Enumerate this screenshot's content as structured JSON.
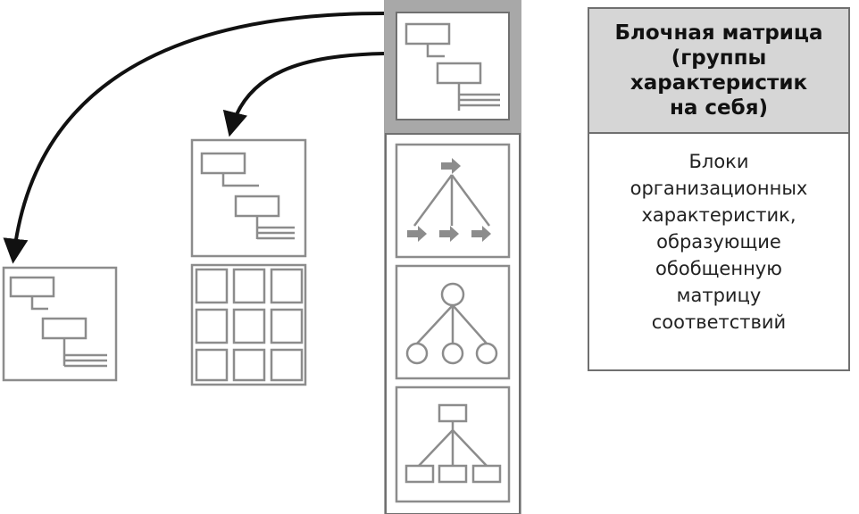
{
  "caption": {
    "title_lines": [
      "Блочная матрица",
      "(группы",
      "характеристик",
      "на себя)"
    ],
    "body_lines": [
      "Блоки",
      "организационных",
      "характеристик,",
      "образующие",
      "обобщенную",
      "матрицу",
      "соответствий"
    ]
  },
  "colors": {
    "stroke": "#8c8c8c",
    "dark_stroke": "#707070",
    "header_fill": "#d6d6d6",
    "column_fill": "#a8a8a8",
    "arrow": "#111111"
  },
  "icons": [
    "block-matrix-icon",
    "arrow-tree-icon",
    "circle-tree-icon",
    "box-tree-icon"
  ]
}
